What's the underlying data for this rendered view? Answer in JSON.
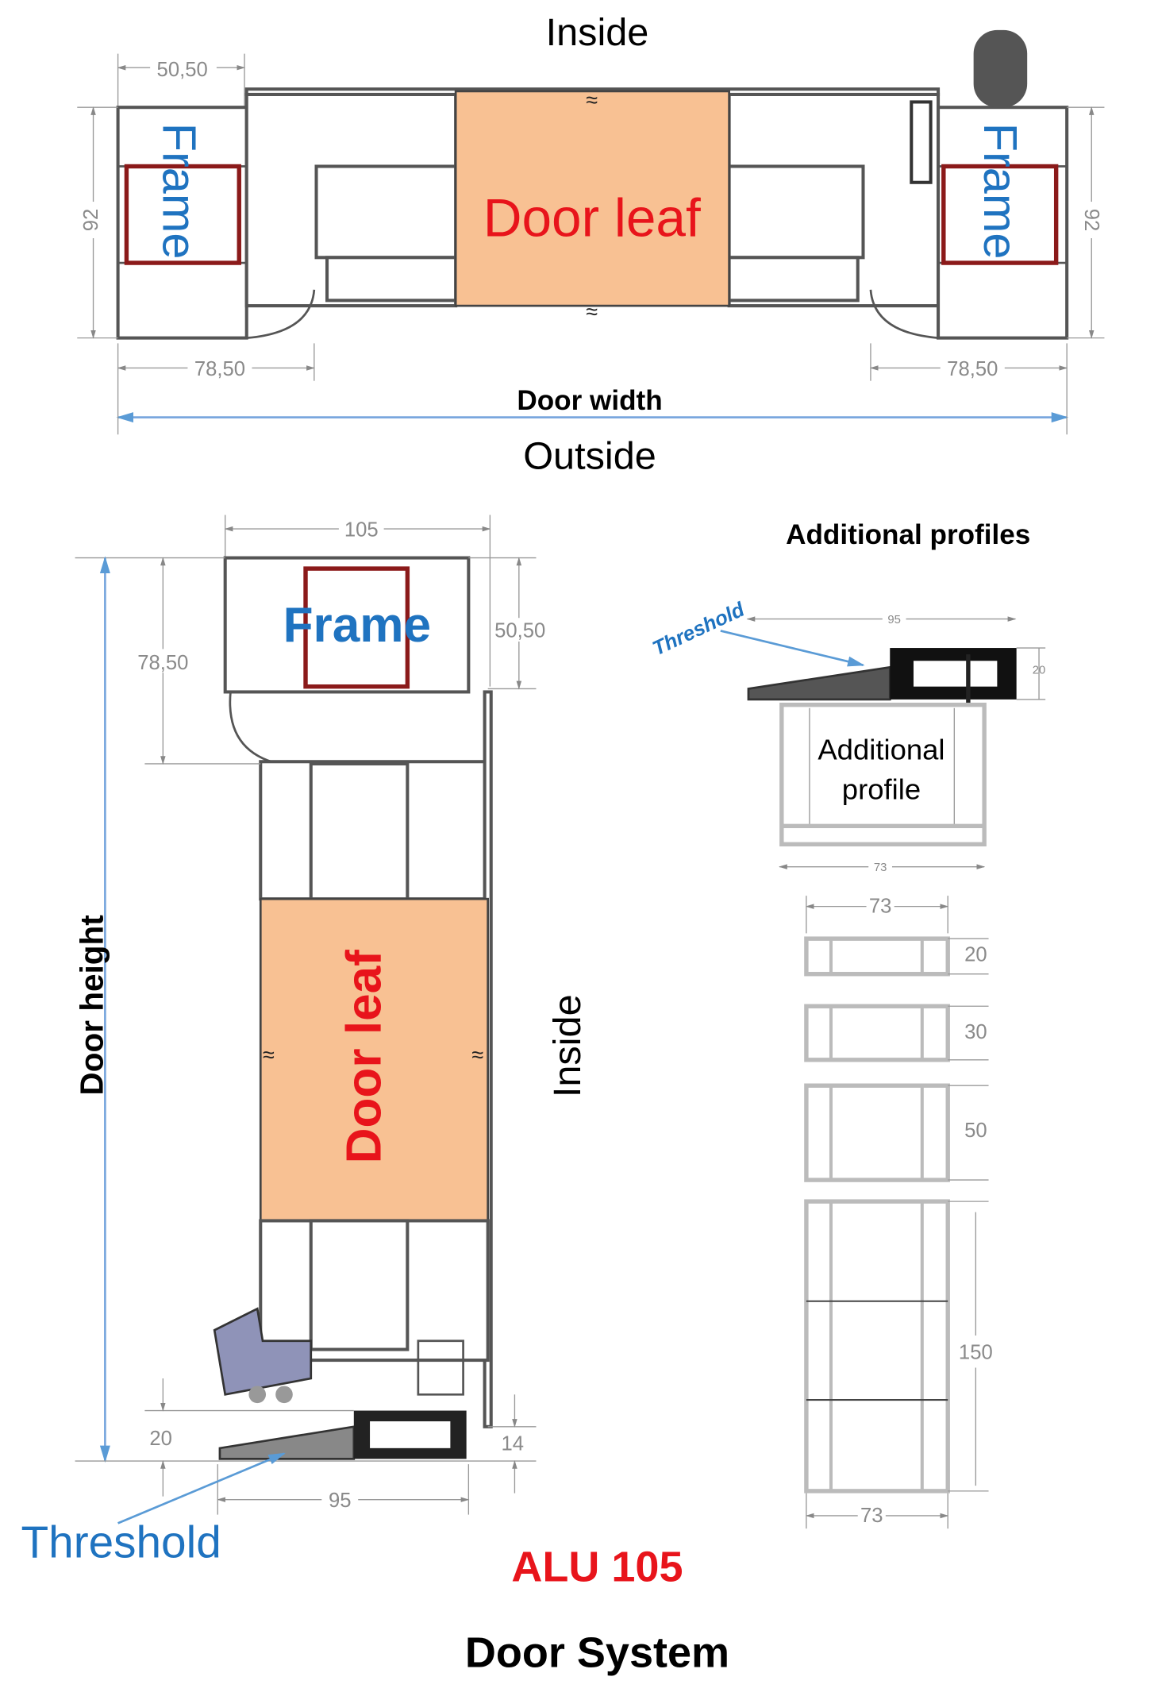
{
  "plan_view": {
    "inside_label": "Inside",
    "outside_label": "Outside",
    "frame_left": "Frame",
    "frame_right": "Frame",
    "door_leaf": "Door leaf",
    "dim_frame_width": "50,50",
    "dim_height_left": "92",
    "dim_height_right": "92",
    "dim_left": "78,50",
    "dim_right": "78,50",
    "door_width": "Door width"
  },
  "section_view": {
    "dim_top": "105",
    "frame": "Frame",
    "dim_frame": "50,50",
    "dim_frame_height": "78,50",
    "door_height": "Door height",
    "door_leaf": "Door leaf",
    "inside_label": "Inside",
    "dim_threshold_height": "20",
    "dim_gap": "14",
    "dim_threshold_width": "95",
    "threshold_label": "Threshold"
  },
  "additional": {
    "title": "Additional profiles",
    "threshold_label": "Threshold",
    "dim_threshold_width": "95",
    "dim_threshold_height": "20",
    "profile_label_line1": "Additional",
    "profile_label_line2": "profile",
    "dim_profile_width": "73",
    "stack_dim_top": "73",
    "stack_heights": [
      "20",
      "30",
      "50",
      "150"
    ],
    "stack_dim_bottom": "73"
  },
  "product": "ALU 105",
  "title": "Door System",
  "colors": {
    "frame_blue": "#1f73c0",
    "leaf_red": "#e8141b",
    "leaf_fill": "#f8c193",
    "dim_blue": "#7aa7de"
  }
}
